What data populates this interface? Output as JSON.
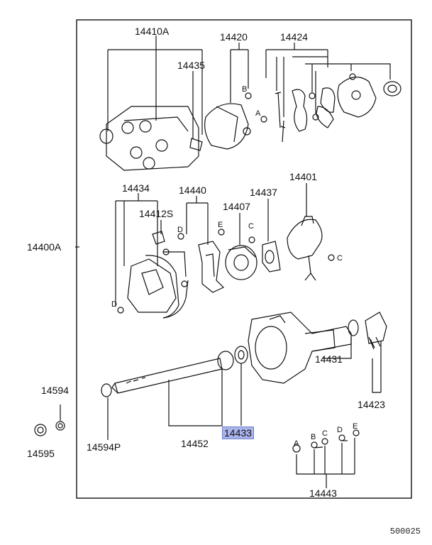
{
  "labels": {
    "p14410A": "14410A",
    "p14420": "14420",
    "p14424": "14424",
    "p14435": "14435",
    "pB1": "B",
    "pA1": "A",
    "p14434": "14434",
    "p14440": "14440",
    "p14437": "14437",
    "p14401": "14401",
    "p14412S": "14412S",
    "p14407": "14407",
    "pE1": "E",
    "pC1": "C",
    "pD1": "D",
    "pC2": "C",
    "pD2": "D",
    "p14400A": "14400A",
    "p14594": "14594",
    "p14595": "14595",
    "p14594P": "14594P",
    "p14452": "14452",
    "p14433": "14433",
    "p14431": "14431",
    "p14423": "14423",
    "p14443": "14443",
    "bolt_A": "A",
    "bolt_B": "B",
    "bolt_C": "C",
    "bolt_D": "D",
    "bolt_E": "E"
  },
  "highlighted_part": "14433",
  "catalog_number": "500025",
  "colors": {
    "line": "#111111",
    "highlight": "#aab4ec"
  }
}
